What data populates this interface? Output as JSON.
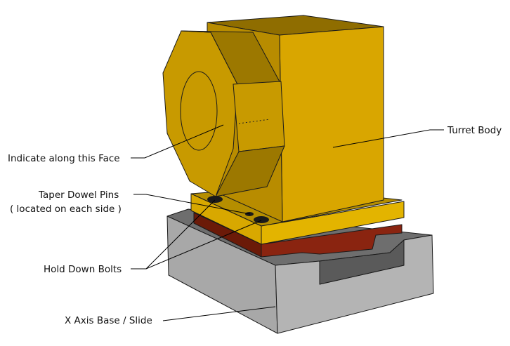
{
  "labels": {
    "indicate_face": "Indicate along this Face",
    "taper_dowel_pins": "Taper Dowel Pins",
    "located_each_side": "( located on each side )",
    "hold_down_bolts": "Hold Down Bolts",
    "x_axis_base": "X Axis Base / Slide",
    "turret_body": "Turret Body"
  },
  "colors": {
    "base_top": "#6e6e6e",
    "base_front": "#a8a8a8",
    "base_side": "#b4b4b4",
    "base_slot": "#5a5a5a",
    "gib_front": "#6b1a08",
    "gib_side": "#8a2410",
    "plate_top": "#b58e00",
    "plate_front": "#d8a800",
    "plate_side": "#e3b400",
    "body_front": "#d9a600",
    "body_side": "#b88c00",
    "body_top": "#8f6d00",
    "head_face": "#c89a00",
    "head_dark": "#9c7800",
    "bolt": "#1a1a1a"
  }
}
